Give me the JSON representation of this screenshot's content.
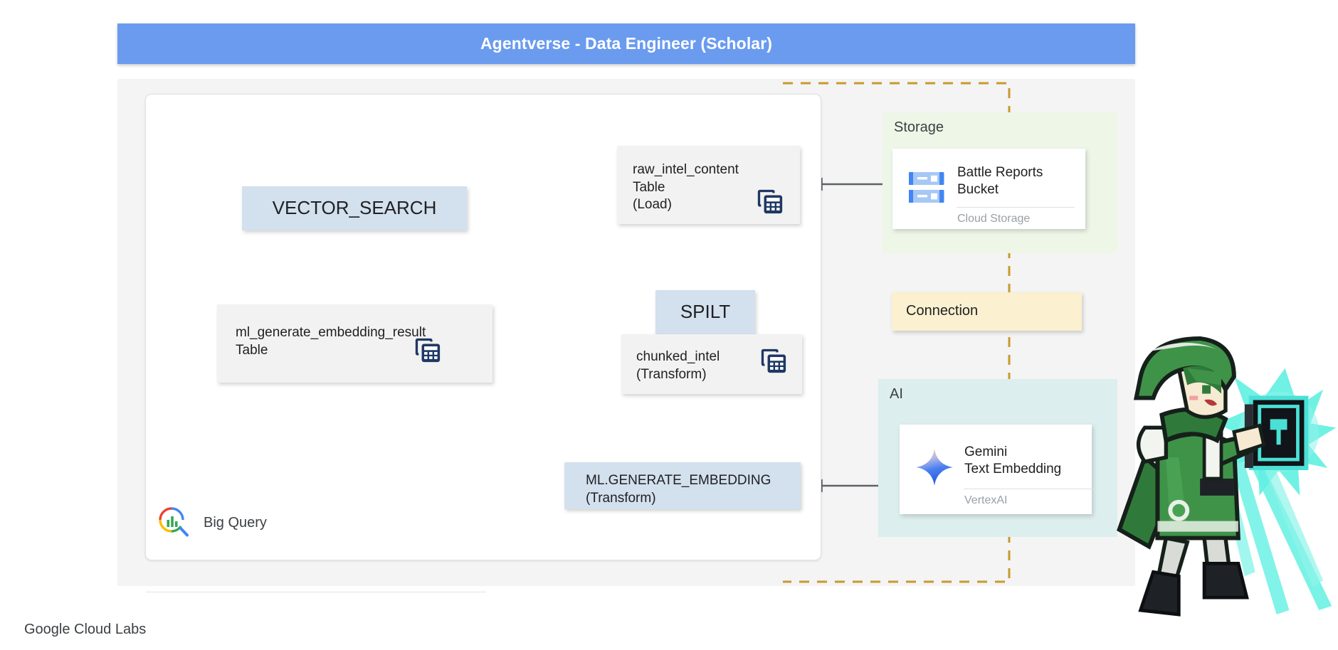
{
  "header": {
    "title": "Agentverse - Data Engineer (Scholar)",
    "bg_color": "#6a9bee",
    "text_color": "#ffffff"
  },
  "bigquery_panel": {
    "product_label": "Big Query",
    "product_icon": "bigquery-logo-icon",
    "nodes": [
      {
        "id": "vector-search",
        "label": "VECTOR_SEARCH",
        "kind": "operation",
        "color": "#d3e0ee"
      },
      {
        "id": "mlgen-result",
        "label": "ml_generate_embedding_result\nTable",
        "kind": "table",
        "color": "#f2f2f2",
        "icon": "bigquery-table-icon"
      },
      {
        "id": "raw-intel",
        "label": "raw_intel_content\nTable\n(Load)",
        "kind": "table",
        "color": "#f2f2f2",
        "icon": "bigquery-table-icon"
      },
      {
        "id": "spilt",
        "label": "SPILT",
        "kind": "operation",
        "color": "#d3e0ee"
      },
      {
        "id": "chunked",
        "label": "chunked_intel\n(Transform)",
        "kind": "table",
        "color": "#f2f2f2",
        "icon": "bigquery-table-icon"
      },
      {
        "id": "mlgen-embed",
        "label": "ML.GENERATE_EMBEDDING\n(Transform)",
        "kind": "operation",
        "color": "#d3e0ee"
      }
    ]
  },
  "groups": [
    {
      "id": "storage-group",
      "title": "Storage",
      "color": "#eef6e8",
      "card": {
        "name": "Battle Reports\nBucket",
        "subtitle": "Cloud Storage",
        "icon": "cloud-storage-icon"
      }
    },
    {
      "id": "ai-group",
      "title": "AI",
      "color": "#dceeed",
      "card": {
        "name": "Gemini\nText Embedding",
        "subtitle": "VertexAI",
        "icon": "gemini-spark-icon"
      }
    }
  ],
  "connection": {
    "label": "Connection",
    "color": "#fbf0cf",
    "dash_color": "#c79a2b"
  },
  "sprite": {
    "name": "scholar-character-sprite",
    "description": "pixel-art green hooded scholar holding glowing tome"
  },
  "footer": {
    "label": "Google Cloud Labs"
  }
}
